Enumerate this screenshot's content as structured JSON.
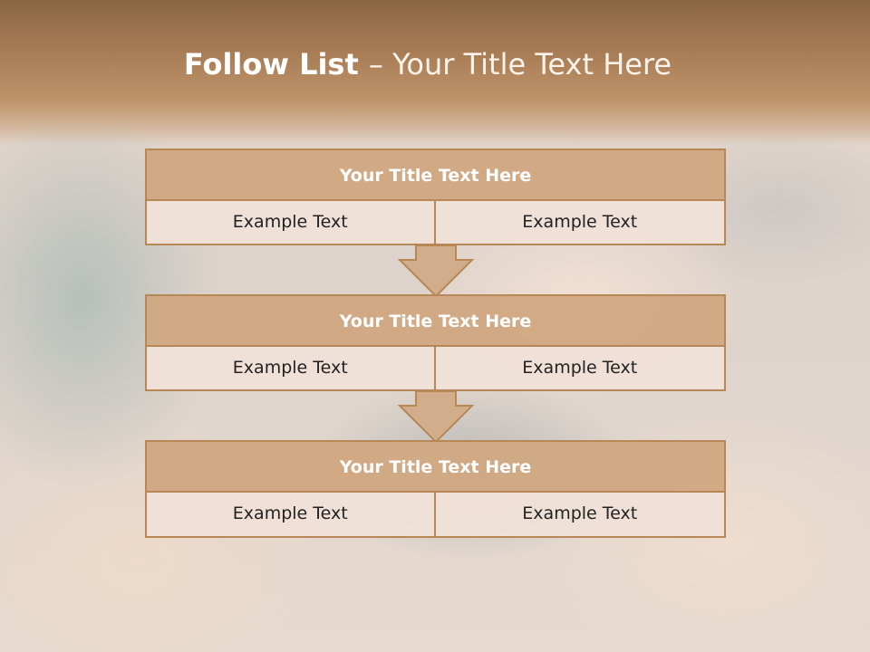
{
  "slide": {
    "title_bold": "Follow List ",
    "title_rest": " – Your Title Text Here"
  },
  "steps": [
    {
      "title": "Your Title Text Here",
      "left": "Example Text",
      "right": "Example Text"
    },
    {
      "title": "Your Title Text Here",
      "left": "Example Text",
      "right": "Example Text"
    },
    {
      "title": "Your Title Text Here",
      "left": "Example Text",
      "right": "Example Text"
    }
  ],
  "colors": {
    "header_brown": "#a77c55",
    "box_title_fill": "#d0a882",
    "box_border": "#b88756",
    "cell_fill": "#efe0d8",
    "arrow_fill": "#d2ad8c"
  },
  "icons": [
    "down-arrow-icon"
  ]
}
